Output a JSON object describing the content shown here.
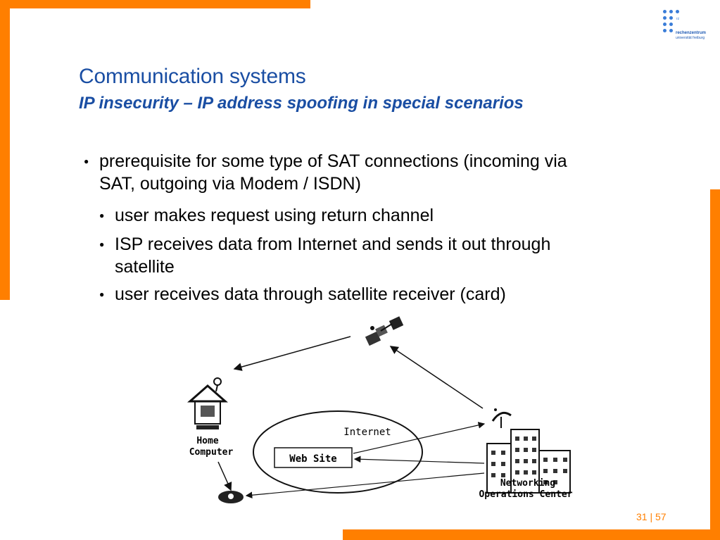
{
  "header": {
    "title": "Communication systems",
    "subtitle": "IP insecurity – IP address spoofing in special scenarios"
  },
  "logo": {
    "line1": "rechenzentrum",
    "line2": "universität freiburg",
    "small": "rz"
  },
  "bullets": [
    {
      "level": 1,
      "lines": [
        "prerequisite for some type of SAT connections (incoming via",
        "SAT, outgoing via Modem / ISDN)"
      ]
    },
    {
      "level": 2,
      "lines": [
        "user makes request using return channel"
      ]
    },
    {
      "level": 2,
      "lines": [
        "ISP receives data from Internet and sends it out through",
        "satellite"
      ]
    },
    {
      "level": 2,
      "lines": [
        "user receives data through satellite receiver (card)"
      ]
    }
  ],
  "diagram": {
    "internet_label": "Internet",
    "website_label": "Web Site",
    "home_line1": "Home",
    "home_line2": "Computer",
    "noc_line1": "Networking",
    "noc_line2": "Operations Center",
    "icons": [
      "satellite-icon",
      "house-icon",
      "telephone-icon",
      "office-building-icon",
      "dish-antenna-icon"
    ]
  },
  "footer": {
    "page_current": "31",
    "page_separator": "|",
    "page_total": "57"
  },
  "colors": {
    "accent": "#ff7f00",
    "title": "#1a4ea3",
    "logo": "#3a7dd8"
  }
}
